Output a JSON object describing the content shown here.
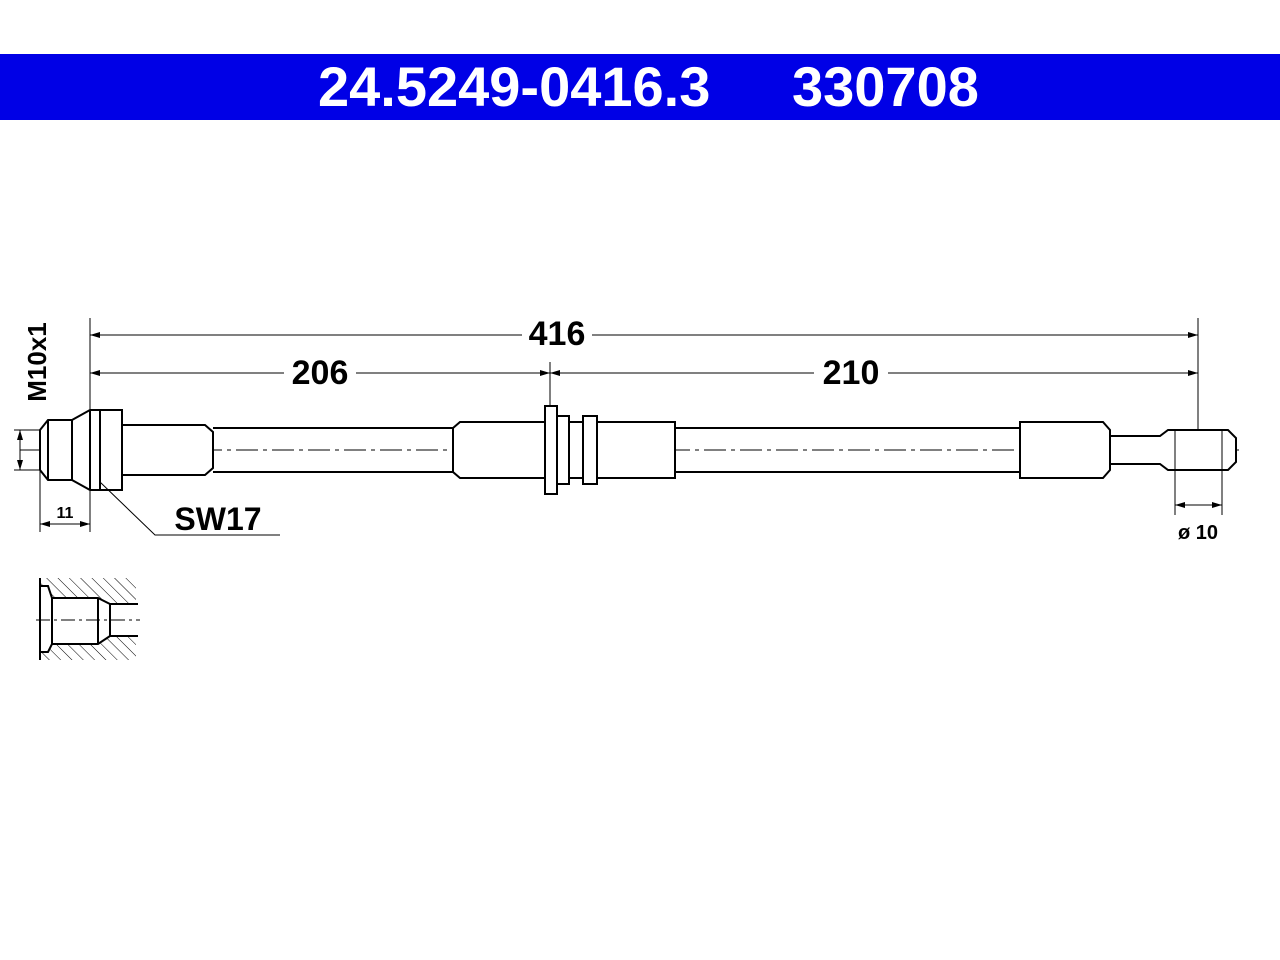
{
  "header": {
    "part_number": "24.5249-0416.3",
    "reference_number": "330708",
    "background_color": "#0000e6"
  },
  "dimensions": {
    "total_length": "416",
    "left_segment": "206",
    "right_segment": "210",
    "thread": "M10x1",
    "thread_length": "11",
    "wrench_size": "SW17",
    "end_diameter": "ø 10"
  }
}
